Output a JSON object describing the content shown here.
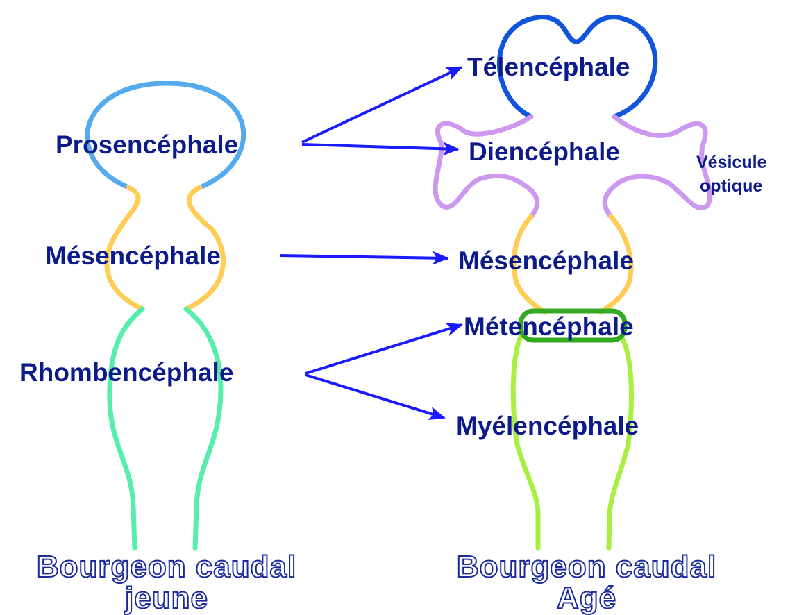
{
  "left_column": {
    "prosencephale": "Prosencéphale",
    "mesencephale": "Mésencéphale",
    "rhombencephale": "Rhombencéphale",
    "caption_line1": "Bourgeon caudal",
    "caption_line2": "jeune"
  },
  "right_column": {
    "telencephale": "Télencéphale",
    "diencephale": "Diencéphale",
    "vesicule_line1": "Vésicule",
    "vesicule_line2": "optique",
    "mesencephale": "Mésencéphale",
    "metencephale": "Métencéphale",
    "myelencephale": "Myélencéphale",
    "caption_line1": "Bourgeon caudal",
    "caption_line2": "Agé"
  },
  "colors": {
    "label_text": "#0d1a8a",
    "arrow": "#1a1aff",
    "prosencephale_outline": "#55aaee",
    "telencephale_outline": "#1155dd",
    "diencephale_outline": "#cc99ee",
    "mesencephale_outline": "#ffcc55",
    "rhombencephale_outline": "#55eeaa",
    "metencephale_outline": "#33aa22",
    "myelencephale_outline": "#aaee44"
  }
}
